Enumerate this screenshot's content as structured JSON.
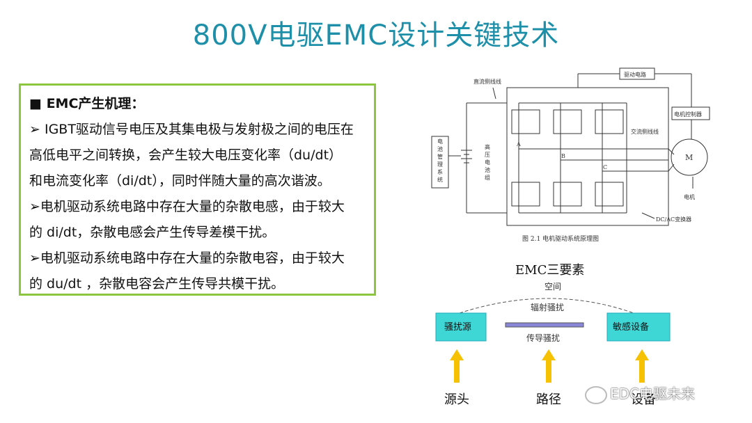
{
  "title": "800V电驱EMC设计关键技术",
  "textbox": {
    "heading": "■ EMC产生机理：",
    "lines": [
      " ➢ IGBT驱动信号电压及其集电极与发射极之间的电压在",
      "高低电平之间转换，会产生较大电压变化率（du/dt）",
      "和电流变化率（di/dt），同时伴随大量的高次谐波。",
      "➢电机驱动系统电路中存在大量的杂散电感，由于较大",
      "的 di/dt，杂散电感会产生传导差模干扰。",
      "➢电机驱动系统电路中存在大量的杂散电容，由于较大",
      "的 du/dt ，杂散电容会产生传导共模干扰。"
    ]
  },
  "diagram": {
    "dc_bus": "直流侧线线",
    "driver": "驱动电路",
    "motor_ctrl": "电机控制器",
    "ac_side": "交流侧线线",
    "bms": [
      "电",
      "池",
      "管",
      "理",
      "系",
      "统"
    ],
    "hv_battery": [
      "高",
      "压",
      "电",
      "池",
      "组"
    ],
    "node_a": "A",
    "node_b": "B",
    "node_c": "C",
    "motor": "M",
    "motor_label": "电机",
    "inverter": "DC/AC变换器",
    "caption": "图 2.1  电机驱动系统原理图"
  },
  "emc": {
    "title": "EMC三要素",
    "space": "空间",
    "radiated": "辐射骚扰",
    "conducted": "传导骚扰",
    "source_box": "骚扰源",
    "sensitive_box": "敏感设备",
    "labels": [
      "源头",
      "路径",
      "设备"
    ],
    "box_color": "#3fd6d6",
    "arrow_color": "#f6c200"
  },
  "watermark": "EDC电驱未来"
}
